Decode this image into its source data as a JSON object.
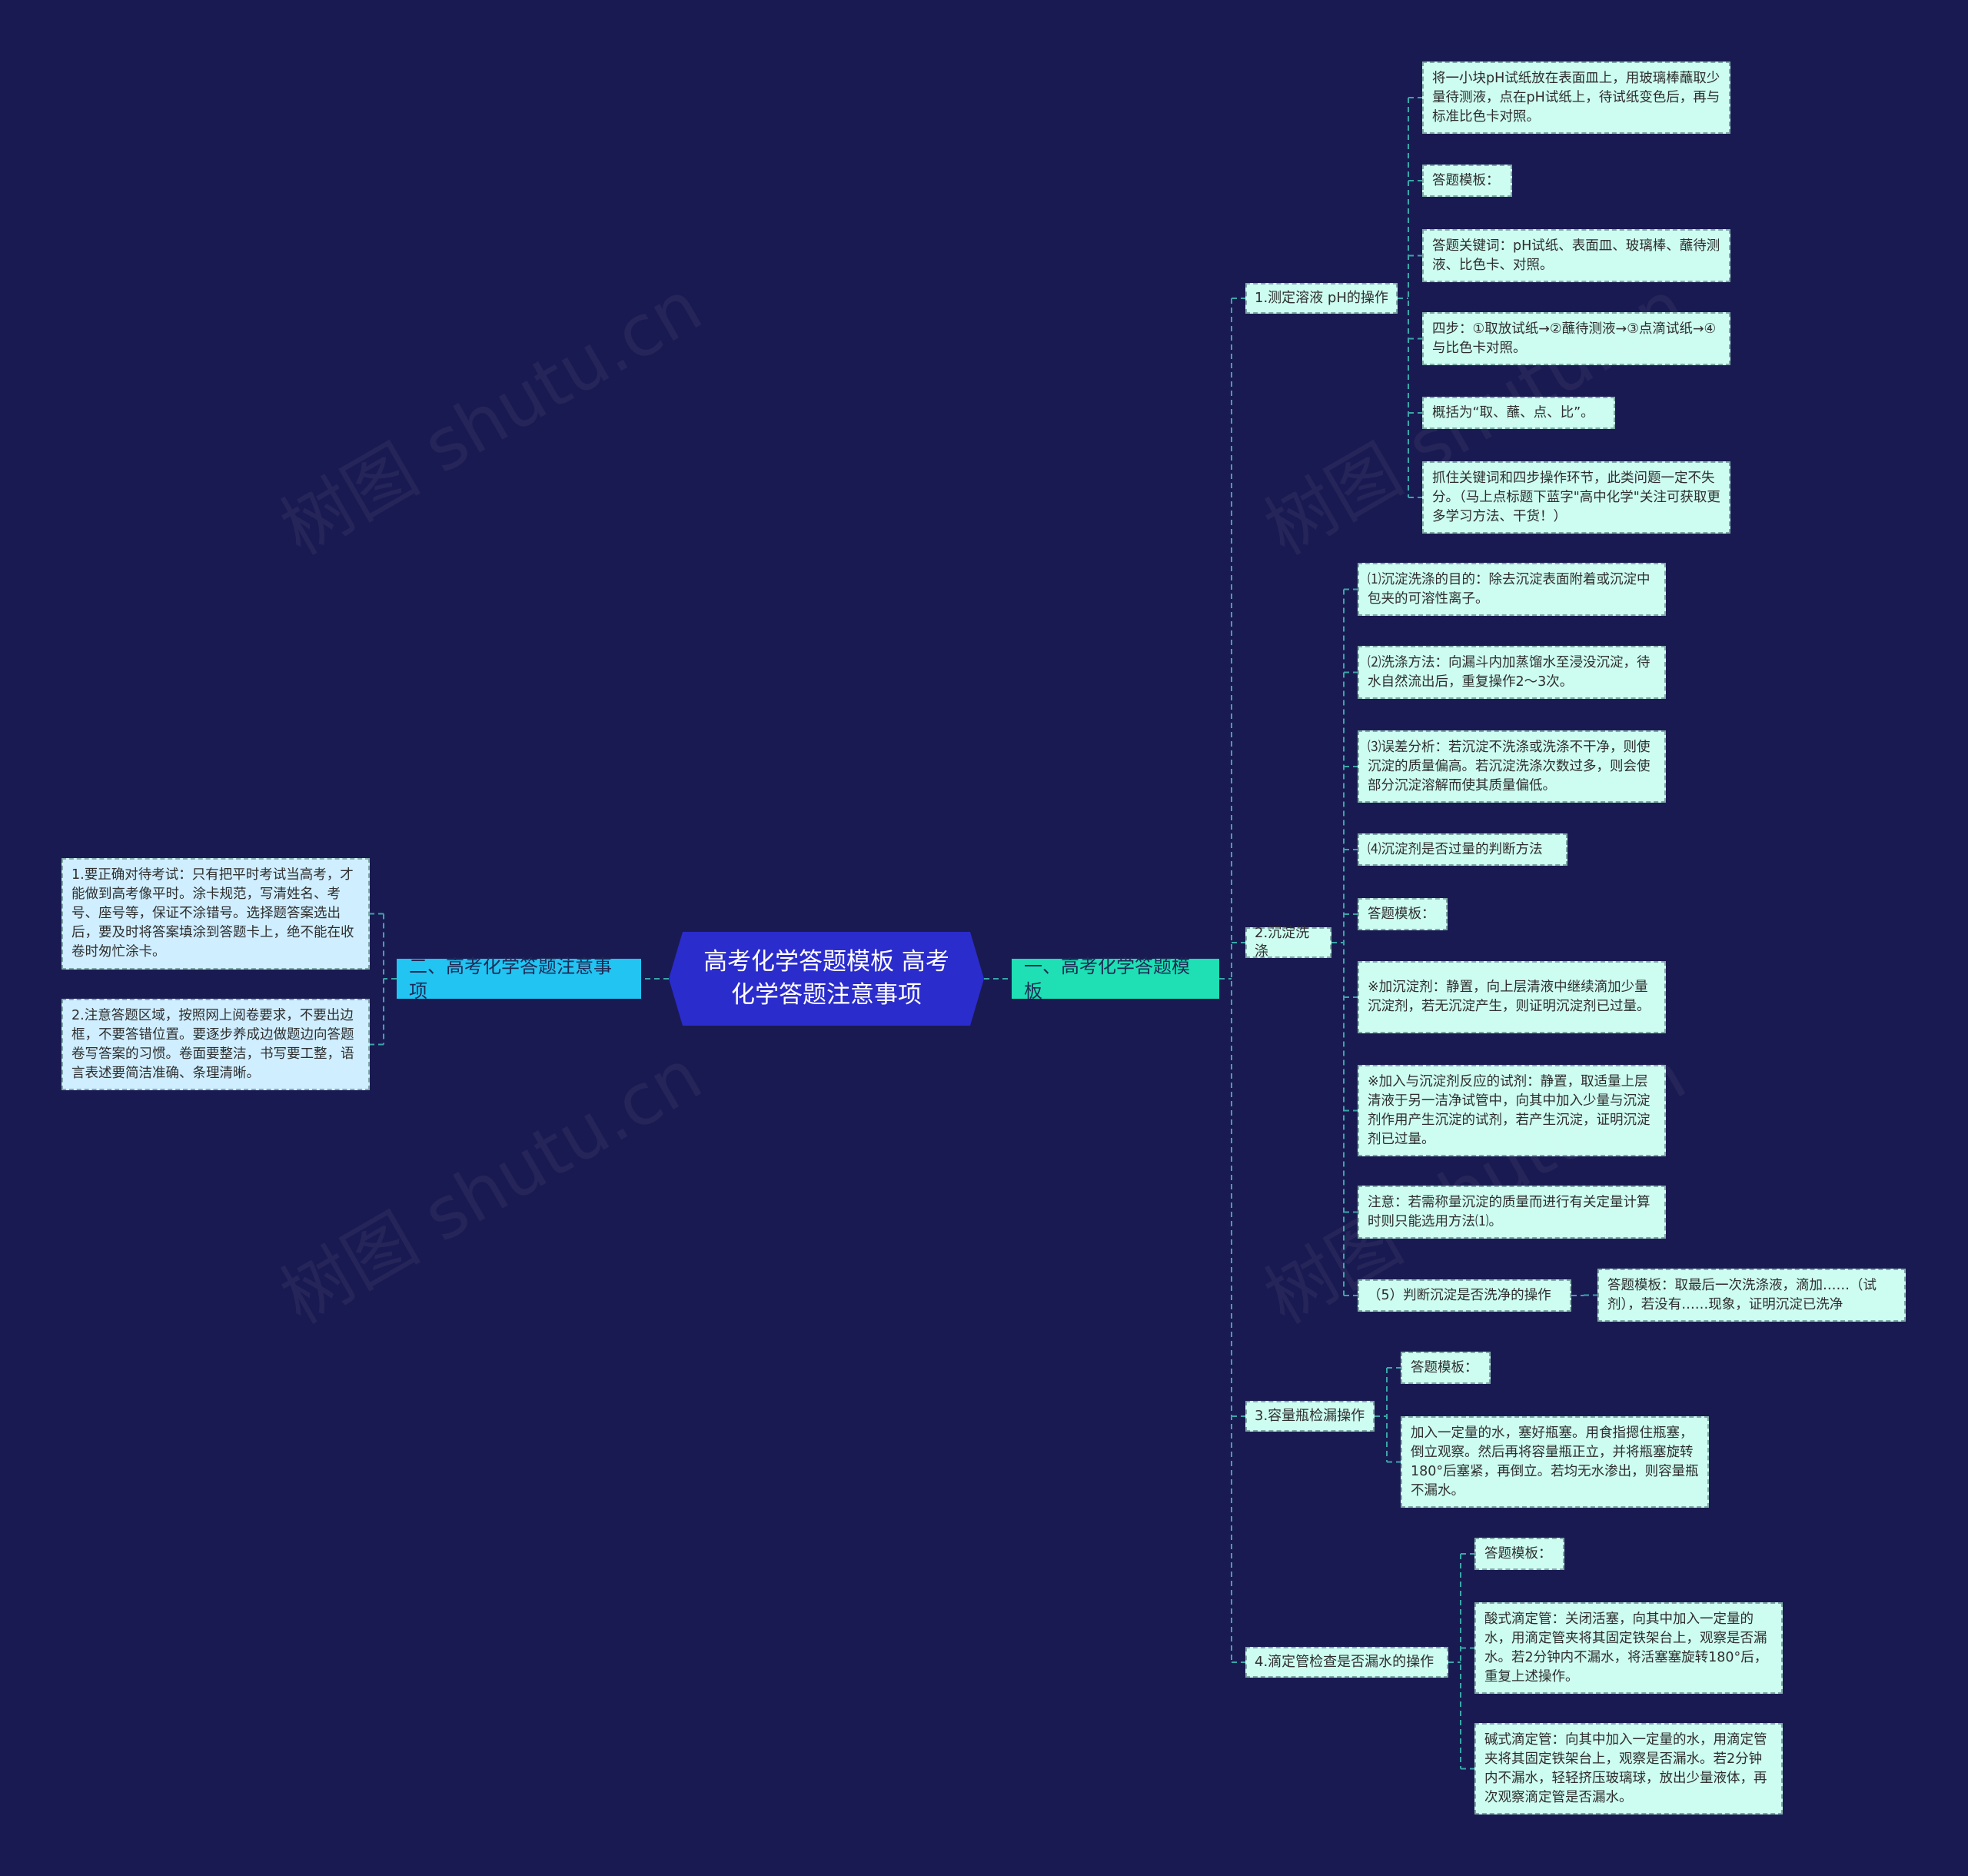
{
  "center": "高考化学答题模板 高考化学答题注意事项",
  "branch_right": "一、高考化学答题模板",
  "branch_left": "二、高考化学答题注意事项",
  "left_items": [
    "1.要正确对待考试：只有把平时考试当高考，才能做到高考像平时。涂卡规范，写清姓名、考号、座号等，保证不涂错号。选择题答案选出后，要及时将答案填涂到答题卡上，绝不能在收卷时匆忙涂卡。",
    "2.注意答题区域，按照网上阅卷要求，不要出边框，不要答错位置。要逐步养成边做题边向答题卷写答案的习惯。卷面要整洁，书写要工整，语言表述要简洁准确、条理清晰。"
  ],
  "ph": {
    "label": "1.测定溶液 pH的操作",
    "items": [
      "将一小块pH试纸放在表面皿上，用玻璃棒蘸取少量待测液，点在pH试纸上，待试纸变色后，再与标准比色卡对照。",
      "答题模板：",
      "答题关键词：pH试纸、表面皿、玻璃棒、蘸待测液、比色卡、对照。",
      "四步：①取放试纸→②蘸待测液→③点滴试纸→④与比色卡对照。",
      "概括为“取、蘸、点、比”。",
      "抓住关键词和四步操作环节，此类问题一定不失分。（马上点标题下蓝字\"高中化学\"关注可获取更多学习方法、干货！）"
    ]
  },
  "wash": {
    "label": "2.沉淀洗涤",
    "items": [
      "⑴沉淀洗涤的目的：除去沉淀表面附着或沉淀中包夹的可溶性离子。",
      "⑵洗涤方法：向漏斗内加蒸馏水至浸没沉淀，待水自然流出后，重复操作2～3次。",
      "⑶误差分析：若沉淀不洗涤或洗涤不干净，则使沉淀的质量偏高。若沉淀洗涤次数过多，则会使部分沉淀溶解而使其质量偏低。",
      "⑷沉淀剂是否过量的判断方法",
      "答题模板：",
      "※加沉淀剂：静置，向上层清液中继续滴加少量沉淀剂，若无沉淀产生，则证明沉淀剂已过量。",
      "※加入与沉淀剂反应的试剂：静置，取适量上层清液于另一洁净试管中，向其中加入少量与沉淀剂作用产生沉淀的试剂，若产生沉淀，证明沉淀剂已过量。",
      "注意：若需称量沉淀的质量而进行有关定量计算时则只能选用方法⑴。",
      "（5）判断沉淀是否洗净的操作"
    ],
    "sub_item": "答题模板：取最后一次洗涤液，滴加……（试剂），若没有……现象，证明沉淀已洗净"
  },
  "flask": {
    "label": "3.容量瓶检漏操作",
    "items": [
      "答题模板：",
      "加入一定量的水，塞好瓶塞。用食指摁住瓶塞，倒立观察。然后再将容量瓶正立，并将瓶塞旋转180°后塞紧，再倒立。若均无水渗出，则容量瓶不漏水。"
    ]
  },
  "burette": {
    "label": "4.滴定管检查是否漏水的操作",
    "items": [
      "答题模板：",
      "酸式滴定管：关闭活塞，向其中加入一定量的水，用滴定管夹将其固定铁架台上，观察是否漏水。若2分钟内不漏水，将活塞塞旋转180°后，重复上述操作。",
      "碱式滴定管：向其中加入一定量的水，用滴定管夹将其固定铁架台上，观察是否漏水。若2分钟内不漏水，轻轻挤压玻璃球，放出少量液体，再次观察滴定管是否漏水。"
    ]
  },
  "watermark": "树图 shutu.cn",
  "colors": {
    "background": "#1a1a52",
    "center": "#2b2ccc",
    "branch_right": "#1ee0b4",
    "branch_left": "#22c4f2",
    "leaf": "#cdfcf0",
    "connector": "#3aa6a8"
  }
}
